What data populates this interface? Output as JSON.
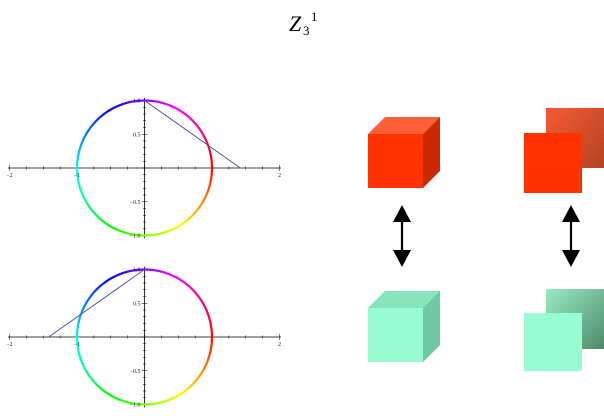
{
  "title": {
    "symbol": "Z",
    "subscript": "3",
    "superscript": "1"
  },
  "plots": [
    {
      "name": "top-plot",
      "chart_data": {
        "type": "line",
        "xlim": [
          -2,
          2
        ],
        "ylim": [
          -1,
          1
        ],
        "x_ticks": [
          "−2",
          "−1",
          "2"
        ],
        "y_ticks": [
          "1.0",
          "0.5",
          "−0.5",
          "−1.0"
        ],
        "circle": {
          "center": [
            0,
            0
          ],
          "radius": 1,
          "color": "hue-gradient"
        },
        "projection_line": {
          "from": [
            0,
            1
          ],
          "to": [
            1.42,
            0
          ],
          "color": "#4d52a8"
        }
      }
    },
    {
      "name": "bottom-plot",
      "chart_data": {
        "type": "line",
        "xlim": [
          -2,
          2
        ],
        "ylim": [
          -1,
          1
        ],
        "x_ticks": [
          "−2",
          "−1",
          "2"
        ],
        "y_ticks": [
          "1.0",
          "0.5",
          "−0.5",
          "−1.0"
        ],
        "circle": {
          "center": [
            0,
            0
          ],
          "radius": 1,
          "color": "hue-gradient"
        },
        "projection_line": {
          "from": [
            0,
            1
          ],
          "to": [
            -1.42,
            0
          ],
          "color": "#4d52a8"
        }
      }
    }
  ],
  "cubes": {
    "solid_red": {
      "front": "#ff3300",
      "top": "#ff5e38",
      "side": "#cc2900"
    },
    "solid_mint": {
      "front": "#98fbd2",
      "top": "#86e5be",
      "side": "#6fc8a2"
    },
    "shaded_red": {
      "front": "#ff3300",
      "back": "#e8542a"
    },
    "shaded_mint": {
      "front": "#98fbd2",
      "back": "#7bc9a6"
    },
    "arrow_color": "#000000"
  }
}
